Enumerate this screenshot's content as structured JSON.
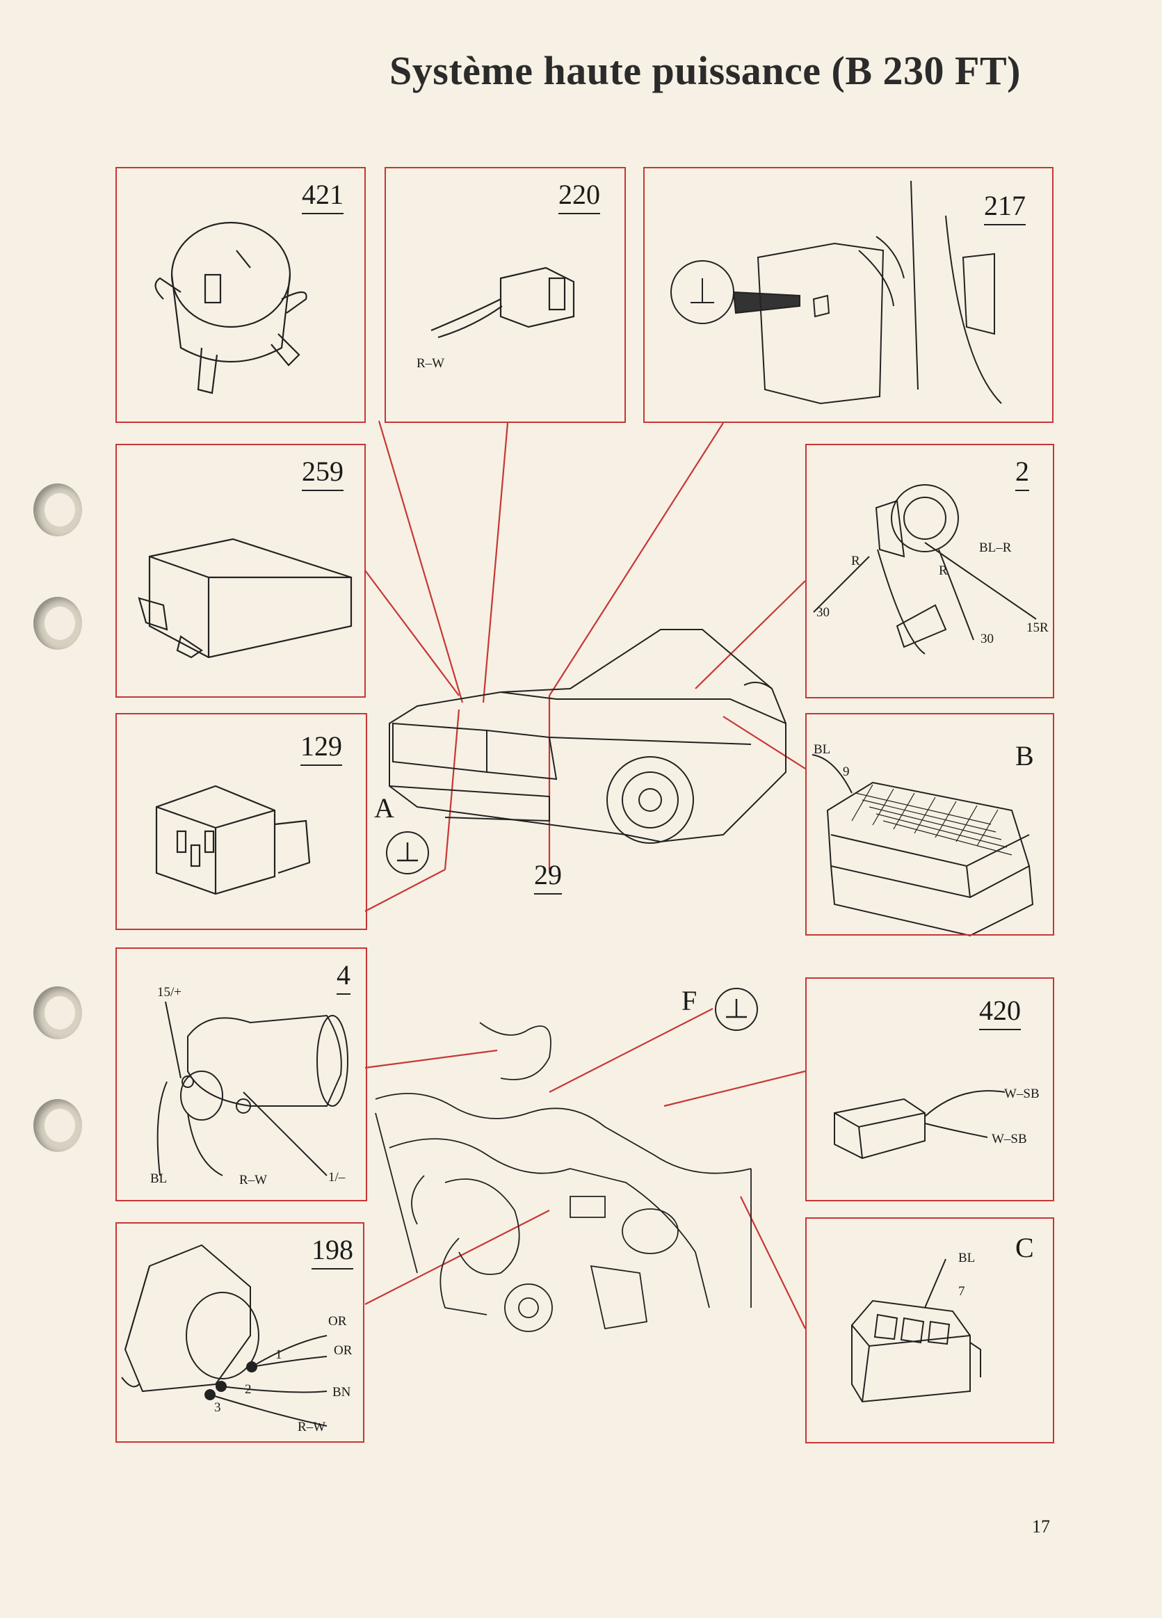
{
  "title": "Système haute puissance (B 230 FT)",
  "page_number": "17",
  "panels": {
    "p421": {
      "number": "421"
    },
    "p220": {
      "number": "220",
      "wire": "R–W"
    },
    "p217": {
      "number": "217"
    },
    "p259": {
      "number": "259"
    },
    "p2": {
      "number": "2",
      "labels": [
        "BL–R",
        "R",
        "R",
        "30",
        "30",
        "15R"
      ]
    },
    "p129": {
      "number": "129"
    },
    "pB": {
      "letter": "B",
      "labels": [
        "BL",
        "9"
      ]
    },
    "p4": {
      "number": "4",
      "labels": [
        "15/+",
        "BL",
        "R–W",
        "1/–"
      ]
    },
    "p420": {
      "number": "420",
      "labels": [
        "W–SB",
        "W–SB"
      ]
    },
    "p198": {
      "number": "198",
      "labels": [
        "OR",
        "OR",
        "1",
        "2",
        "BN",
        "3",
        "R–W"
      ]
    },
    "pC": {
      "letter": "C",
      "labels": [
        "BL",
        "7"
      ]
    }
  },
  "callouts": {
    "A": "A",
    "F": "F",
    "n29": "29"
  },
  "icons": {
    "ground": "ground-symbol-icon"
  },
  "colors": {
    "frame": "#c83636",
    "ink": "#222222",
    "paper": "#f6f1e4"
  }
}
